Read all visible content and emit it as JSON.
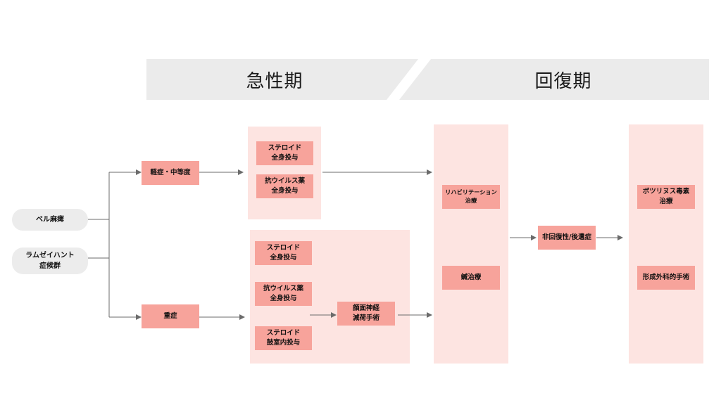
{
  "phases": {
    "acute": "急性期",
    "recovery": "回復期"
  },
  "conditions": {
    "bell": "ベル麻痺",
    "ramsay": "ラムゼイハント\n症候群"
  },
  "severity": {
    "mild": "軽症・中等度",
    "severe": "重症"
  },
  "mild_treatments": {
    "steroid": "ステロイド\n全身投与",
    "antiviral": "抗ウイルス薬\n全身投与"
  },
  "severe_treatments": {
    "steroid": "ステロイド\n全身投与",
    "antiviral": "抗ウイルス薬\n全身投与",
    "steroid_tympanic": "ステロイド\n鼓室内投与",
    "surgery": "顔面神経\n減荷手術"
  },
  "rehab": {
    "rehabilitation": "リハビリテーション\n治療",
    "acupuncture": "鍼治療"
  },
  "outcome": {
    "irreversible": "非回復性/後遺症"
  },
  "sequelae": {
    "botox": "ボツリヌス毒素\n治療",
    "plastic_surgery": "形成外科的手術"
  },
  "colors": {
    "panel": "#fde4e1",
    "box": "#f7a39b",
    "banner": "#ebebeb",
    "pill": "#ececec",
    "arrow": "#6b6b6b"
  }
}
